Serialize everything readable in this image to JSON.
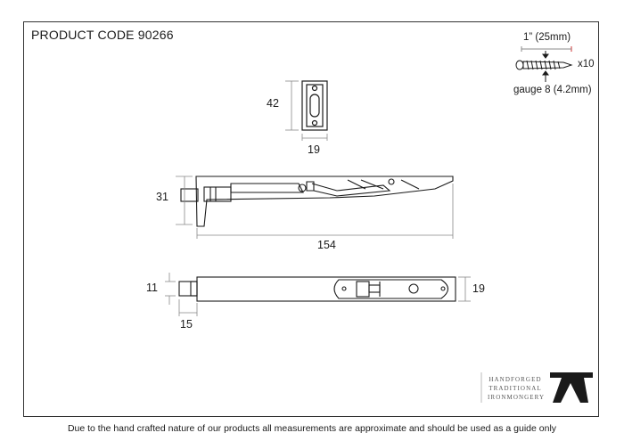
{
  "title": "PRODUCT CODE 90266",
  "screw": {
    "length_label": "1” (25mm)",
    "quantity_label": "x10",
    "gauge_label": "gauge 8 (4.2mm)"
  },
  "dimensions": {
    "keep_height": "42",
    "keep_width": "19",
    "side_height": "31",
    "overall_length": "154",
    "bolt_diameter": "11",
    "bolt_projection": "15",
    "plate_width": "19"
  },
  "logo": {
    "line1": "HANDFORGED",
    "line2": "TRADITIONAL",
    "line3": "IRONMONGERY"
  },
  "disclaimer": "Due to the hand crafted nature of our products all measurements are approximate and should be used as a guide only",
  "colors": {
    "line": "#1a1a1a",
    "dimension": "#888888",
    "accent": "#cc3333"
  }
}
